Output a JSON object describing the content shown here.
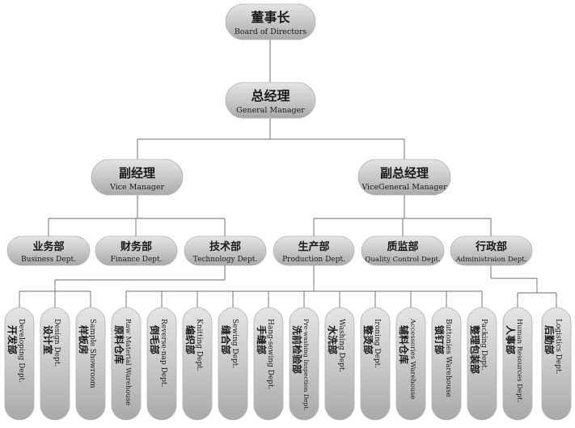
{
  "top": {
    "cn": "董事长",
    "en": "Board of Directors"
  },
  "gm": {
    "cn": "总经理",
    "en": "General Manager"
  },
  "vice": [
    {
      "cn": "副经理",
      "en": "Vice Manager"
    },
    {
      "cn": "副总经理",
      "en": "ViceGeneral Manager"
    }
  ],
  "depts": [
    {
      "cn": "业务部",
      "en": "Business Dept."
    },
    {
      "cn": "财务部",
      "en": "Finance Dept."
    },
    {
      "cn": "技术部",
      "en": "Technology Dept."
    },
    {
      "cn": "生产部",
      "en": "Production Dept."
    },
    {
      "cn": "质监部",
      "en": "Quality Control Dept."
    },
    {
      "cn": "行政部",
      "en": "Administraion Dept."
    }
  ],
  "subs": [
    {
      "cn": "开发部",
      "en": "Developing Dept."
    },
    {
      "cn": "设计室",
      "en": "Design Dept."
    },
    {
      "cn": "样板房",
      "en": "Sample Showroom"
    },
    {
      "cn": "原料仓库",
      "en": "Raw Material Warehouse"
    },
    {
      "cn": "倒毛部",
      "en": "Reverse-nap Dept."
    },
    {
      "cn": "编织部",
      "en": "Knitting Dept."
    },
    {
      "cn": "缝合部",
      "en": "Sewing Dept."
    },
    {
      "cn": "手缝部",
      "en": "Hang-sewing Dept."
    },
    {
      "cn": "洗前检验部",
      "en": "Pre-washing Inspection Dept."
    },
    {
      "cn": "水洗部",
      "en": "Washing Dept."
    },
    {
      "cn": "整烫部",
      "en": "Ironing Dept."
    },
    {
      "cn": "辅料仓库",
      "en": "Accessories Warehouse"
    },
    {
      "cn": "锁钉部",
      "en": "Buttonies Warehouse"
    },
    {
      "cn": "整理包装部",
      "en": "Packing Dept."
    },
    {
      "cn": "人事部",
      "en": "Human Resources Dept."
    },
    {
      "cn": "后勤部",
      "en": "Logistics Dept."
    }
  ]
}
